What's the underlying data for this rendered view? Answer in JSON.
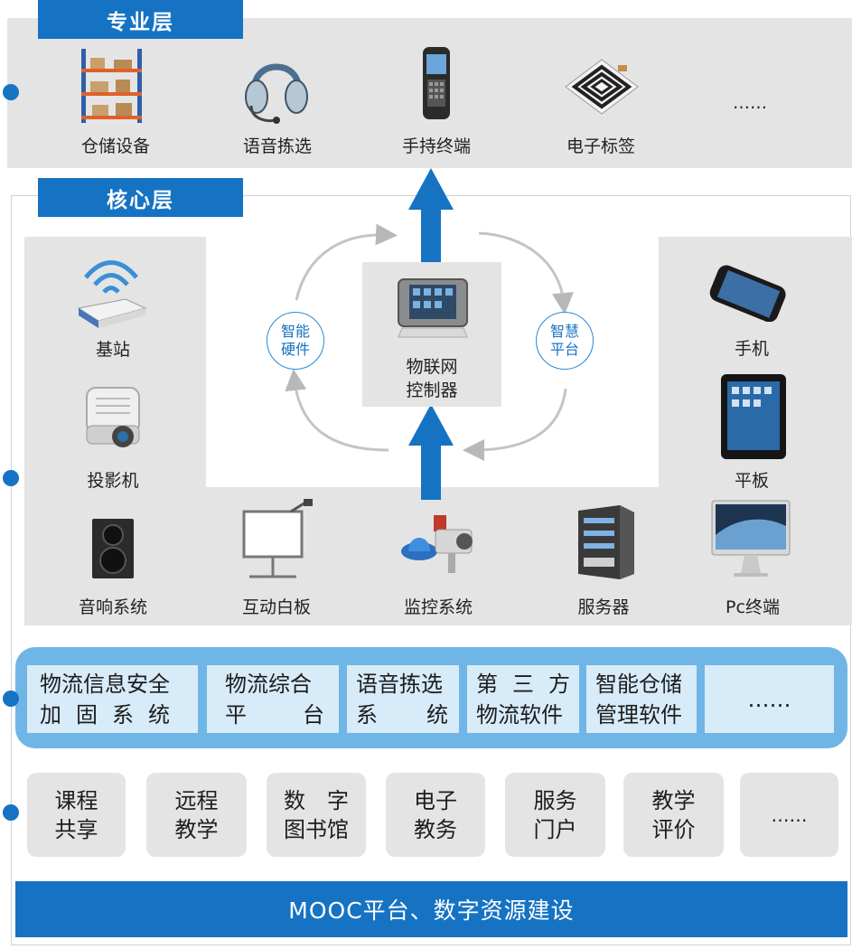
{
  "professional_layer": {
    "title": "专业层",
    "items": [
      {
        "label": "仓储设备",
        "icon": "warehouse-shelf-icon"
      },
      {
        "label": "语音拣选",
        "icon": "headset-icon"
      },
      {
        "label": "手持终端",
        "icon": "handheld-terminal-icon"
      },
      {
        "label": "电子标签",
        "icon": "rfid-tag-icon"
      },
      {
        "label": "……",
        "icon": ""
      }
    ]
  },
  "core_layer": {
    "title": "核心层",
    "left_items": [
      {
        "label": "基站",
        "icon": "wifi-router-icon"
      },
      {
        "label": "投影机",
        "icon": "projector-icon"
      }
    ],
    "right_items": [
      {
        "label": "手机",
        "icon": "smartphone-icon"
      },
      {
        "label": "平板",
        "icon": "tablet-icon"
      }
    ],
    "bottom_items": [
      {
        "label": "音响系统",
        "icon": "speaker-icon"
      },
      {
        "label": "互动白板",
        "icon": "whiteboard-icon"
      },
      {
        "label": "监控系统",
        "icon": "surveillance-camera-icon"
      },
      {
        "label": "服务器",
        "icon": "server-icon"
      },
      {
        "label": "Pc终端",
        "icon": "pc-monitor-icon"
      }
    ],
    "controller": {
      "line1": "物联网",
      "line2": "控制器",
      "icon": "iot-controller-icon"
    },
    "cycle_left": {
      "line1": "智能",
      "line2": "硬件"
    },
    "cycle_right": {
      "line1": "智慧",
      "line2": "平台"
    }
  },
  "software": [
    {
      "line1": "物流信息安全",
      "line2": "加固系统"
    },
    {
      "line1": "物流综合",
      "line2": "平台"
    },
    {
      "line1": "语音拣选",
      "line2": "系统"
    },
    {
      "line1": "第三方",
      "line2": "物流软件"
    },
    {
      "line1": "智能仓储",
      "line2": "管理软件"
    },
    {
      "line1": "……",
      "line2": ""
    }
  ],
  "services": [
    {
      "line1": "课程",
      "line2": "共享"
    },
    {
      "line1": "远程",
      "line2": "教学"
    },
    {
      "line1": "数字",
      "line2": "图书馆"
    },
    {
      "line1": "电子",
      "line2": "教务"
    },
    {
      "line1": "服务",
      "line2": "门户"
    },
    {
      "line1": "教学",
      "line2": "评价"
    },
    {
      "line1": "……",
      "line2": ""
    }
  ],
  "bottom_bar": "MOOC平台、数字资源建设",
  "colors": {
    "primary_blue": "#1673c3",
    "light_blue_band": "#6fb6e6",
    "soft_box": "#d7ebf9",
    "grey_panel": "#e4e4e4"
  }
}
